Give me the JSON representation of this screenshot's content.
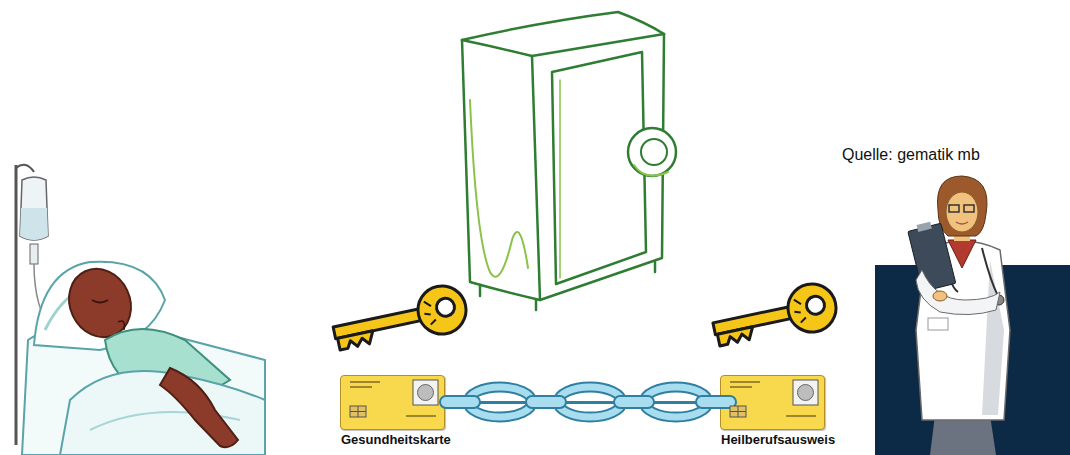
{
  "diagram": {
    "nodes": [
      {
        "text": [
          "Gesundheitskarte"
        ]
      },
      {
        "text": [
          "Heilberufsausweis"
        ]
      }
    ],
    "edges": [
      {
        "from": 0,
        "to": 1,
        "arrow": "none"
      }
    ],
    "labels": [
      "Quelle: gematik mb"
    ]
  }
}
